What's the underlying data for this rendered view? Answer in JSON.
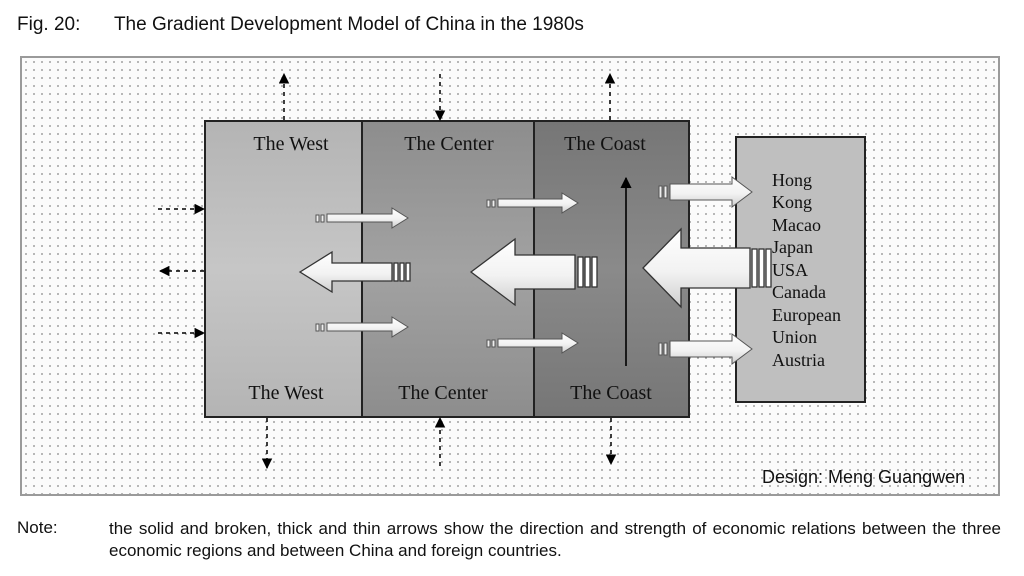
{
  "figure": {
    "number": "Fig. 20:",
    "title": "The Gradient Development Model of China in the 1980s"
  },
  "regions": {
    "west": {
      "top_label": "The West",
      "bottom_label": "The West",
      "color": "#bdbdbd"
    },
    "center": {
      "top_label": "The Center",
      "bottom_label": "The Center",
      "color": "#969696"
    },
    "coast": {
      "top_label": "The Coast",
      "bottom_label": "The Coast",
      "color": "#7f7f7f"
    }
  },
  "foreign_box": {
    "color": "#bfbfbf",
    "lines": [
      "Hong",
      "Kong",
      "Macao",
      "Japan",
      "USA",
      "Canada",
      "European",
      "Union",
      "Austria"
    ]
  },
  "design_credit": "Design: Meng Guangwen",
  "note": {
    "label": "Note:",
    "text": "the solid and broken, thick and thin arrows show the direction and strength of economic relations between the three economic regions and between China and foreign countries."
  }
}
